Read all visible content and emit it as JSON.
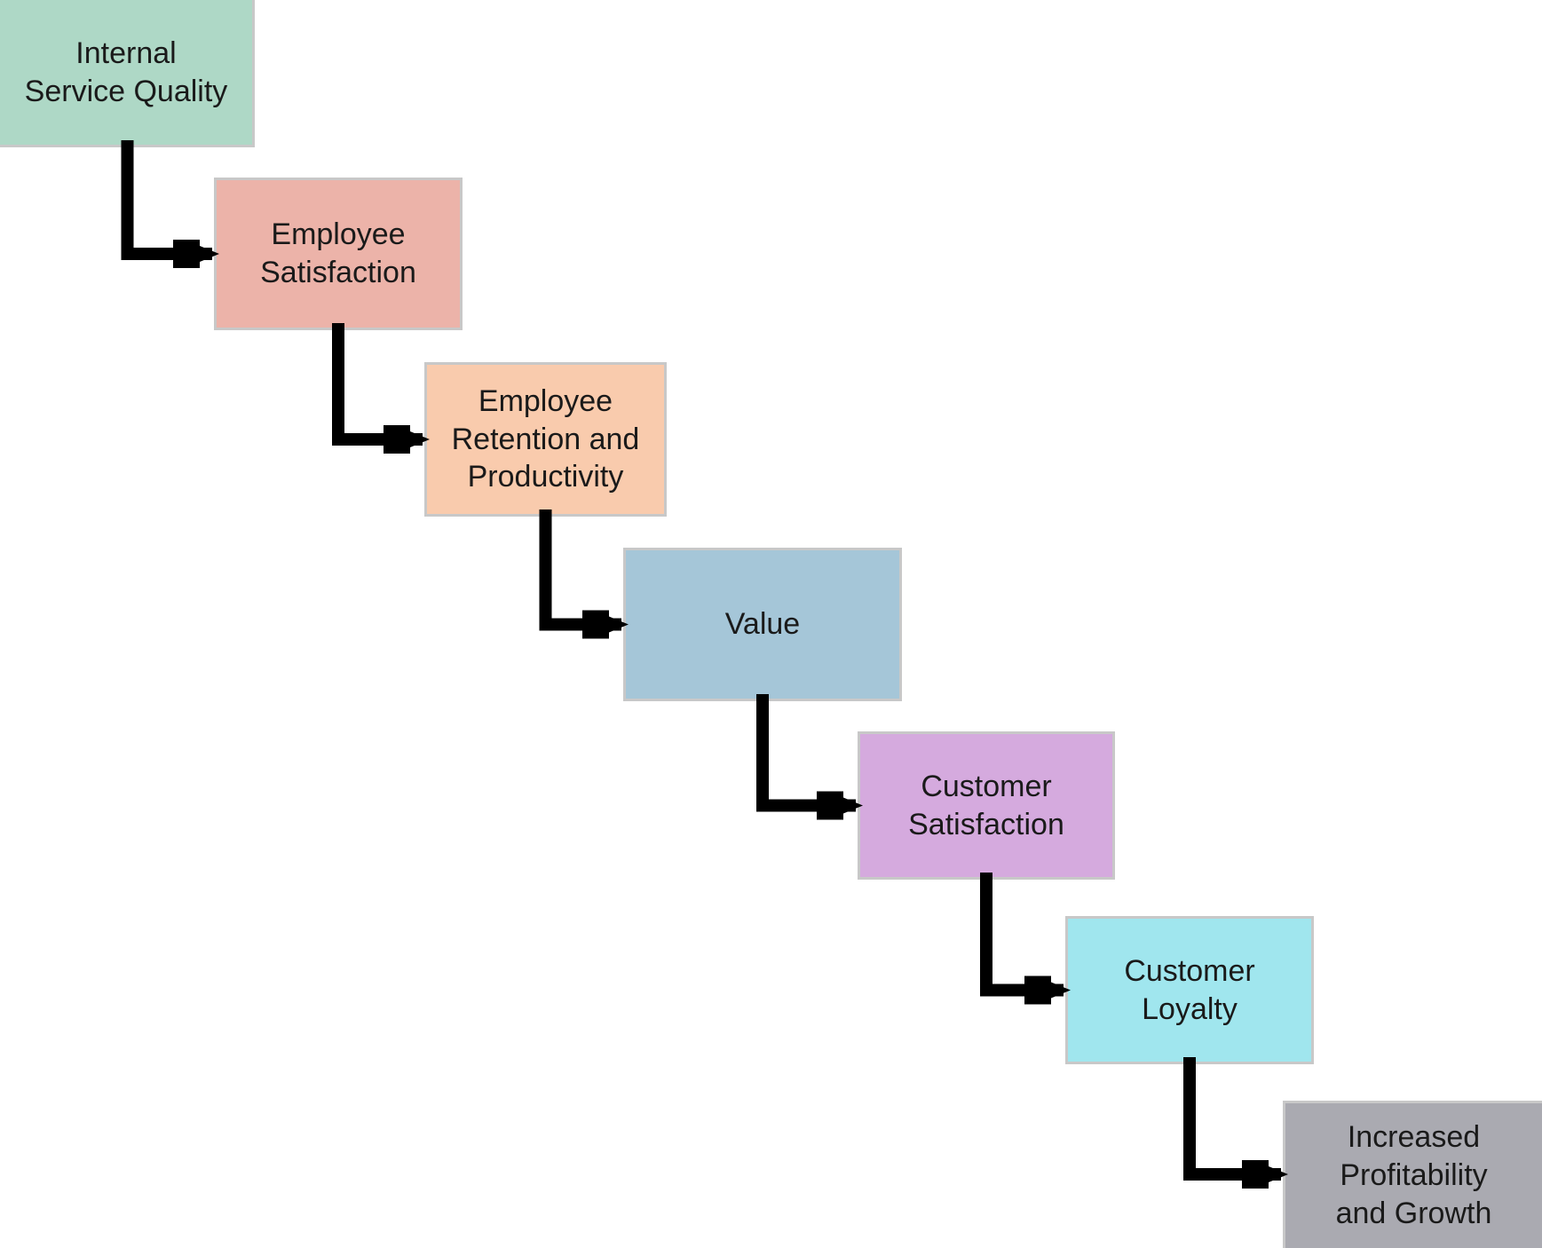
{
  "diagram": {
    "name": "service-profit-chain",
    "background_color": "#ffffff",
    "box_border_color": "#c8c8c8",
    "text_color": "#1a1a1a",
    "arrow_color": "#000000",
    "nodes": [
      {
        "id": "internal-service-quality",
        "label": "Internal Service Quality",
        "lines": [
          "Internal",
          "Service Quality"
        ],
        "fill": "#aed8c6"
      },
      {
        "id": "employee-satisfaction",
        "label": "Employee Satisfaction",
        "lines": [
          "Employee",
          "Satisfaction"
        ],
        "fill": "#ecb3a9"
      },
      {
        "id": "employee-retention-and-productivity",
        "label": "Employee Retention and Productivity",
        "lines": [
          "Employee",
          "Retention and",
          "Productivity"
        ],
        "fill": "#f9cbad"
      },
      {
        "id": "value",
        "label": "Value",
        "lines": [
          "Value"
        ],
        "fill": "#a5c6d8"
      },
      {
        "id": "customer-satisfaction",
        "label": "Customer Satisfaction",
        "lines": [
          "Customer",
          "Satisfaction"
        ],
        "fill": "#d5aade"
      },
      {
        "id": "customer-loyalty",
        "label": "Customer Loyalty",
        "lines": [
          "Customer",
          "Loyalty"
        ],
        "fill": "#a0e6ee"
      },
      {
        "id": "increased-profitability-and-growth",
        "label": "Increased Profitability and Growth",
        "lines": [
          "Increased",
          "Profitability",
          "and Growth"
        ],
        "fill": "#aaaab1"
      }
    ],
    "edges": [
      {
        "from": "internal-service-quality",
        "to": "employee-satisfaction"
      },
      {
        "from": "employee-satisfaction",
        "to": "employee-retention-and-productivity"
      },
      {
        "from": "employee-retention-and-productivity",
        "to": "value"
      },
      {
        "from": "value",
        "to": "customer-satisfaction"
      },
      {
        "from": "customer-satisfaction",
        "to": "customer-loyalty"
      },
      {
        "from": "customer-loyalty",
        "to": "increased-profitability-and-growth"
      }
    ]
  }
}
